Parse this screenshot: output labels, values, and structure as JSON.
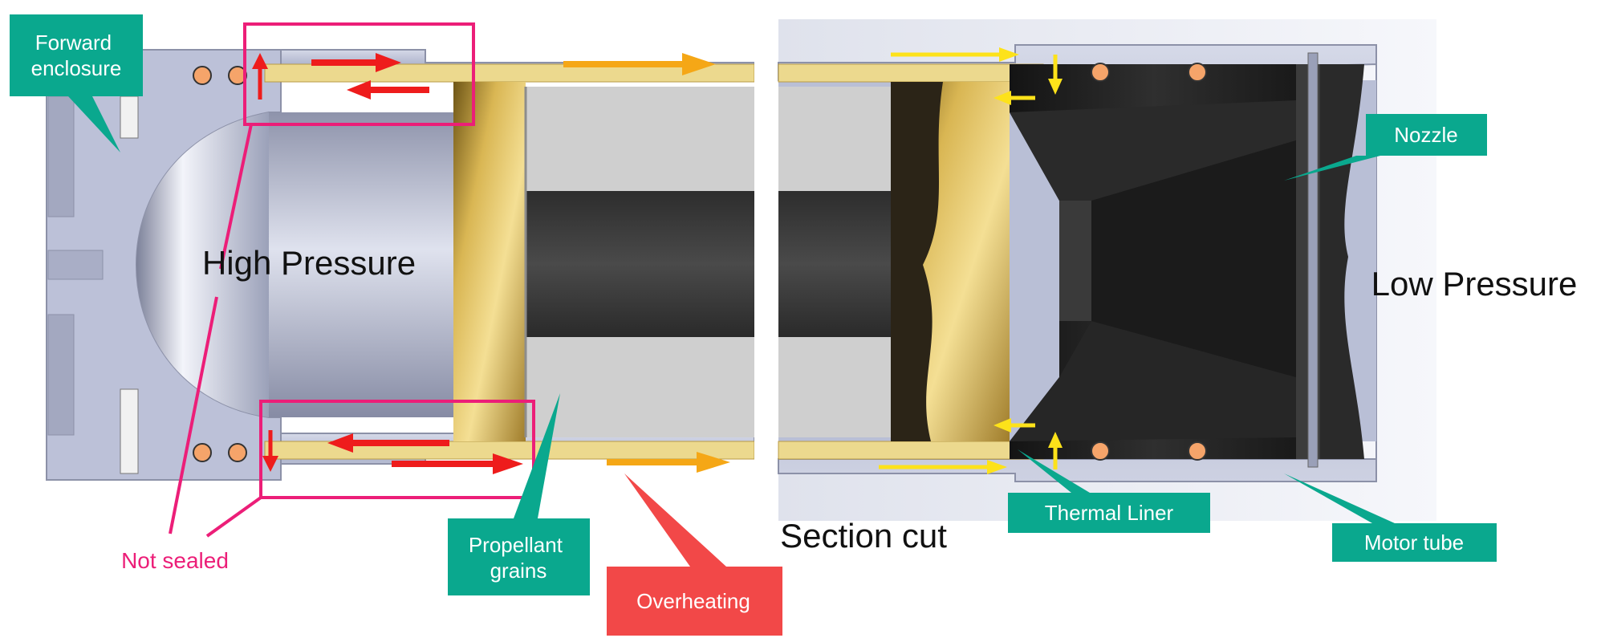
{
  "labels": {
    "forward_enclosure": "Forward\nenclosure",
    "nozzle": "Nozzle",
    "thermal_liner": "Thermal Liner",
    "motor_tube": "Motor tube",
    "propellant_grains": "Propellant\ngrains",
    "overheating": "Overheating",
    "not_sealed": "Not sealed"
  },
  "annotations": {
    "high_pressure": "High Pressure",
    "low_pressure": "Low Pressure",
    "section_cut": "Section cut"
  },
  "colors": {
    "callout_teal": "#0aa88e",
    "callout_red": "#f24848",
    "magenta": "#ec1e78",
    "arrow_red": "#ee1c1c",
    "arrow_orange": "#f5a716",
    "arrow_yellow": "#fde21a",
    "oring": "#f5a46a",
    "liner_gold": "#e9d283",
    "steel": "#b9bfd6",
    "propellant_dark": "#3a3a3a",
    "nozzle_dark": "#1f1f1f"
  }
}
